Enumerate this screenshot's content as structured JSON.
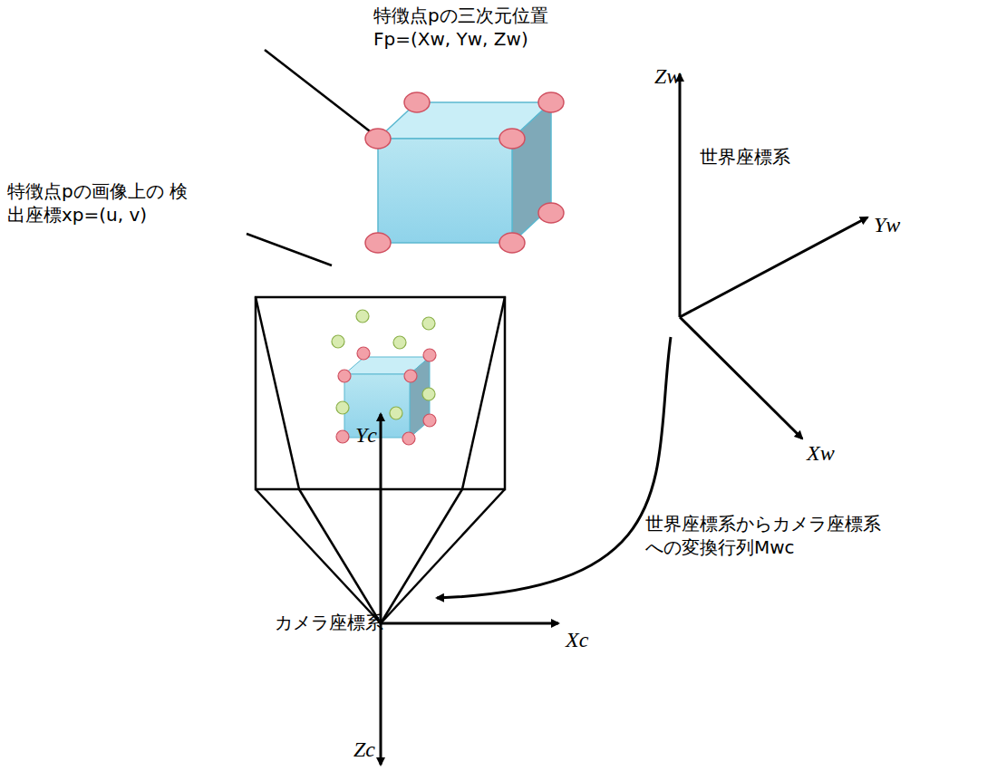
{
  "diagram": {
    "labels": [
      "特徴点pの三次元位置 Fp=(Xw, Yw, Zw)",
      "特徴点pの画像上の 検出座標xp=(u, v)",
      "Zw",
      "世界座標系",
      "Yw",
      "Xw",
      "Yc",
      "Xc",
      "世界座標系からカメラ座標系への変換行列Mwc",
      "カメラ座標系",
      "Zc"
    ]
  }
}
